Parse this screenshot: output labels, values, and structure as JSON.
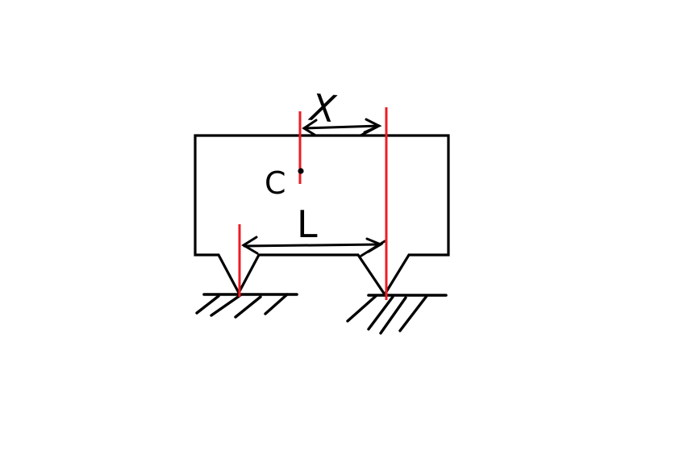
{
  "canvas": {
    "background": "#ffffff",
    "width": "863",
    "height": "569"
  },
  "colors": {
    "ink": "#000000",
    "reference": "#ed1c24"
  },
  "labels": {
    "center_of_mass": "C",
    "horizontal_offset": "X",
    "support_span": "L"
  }
}
